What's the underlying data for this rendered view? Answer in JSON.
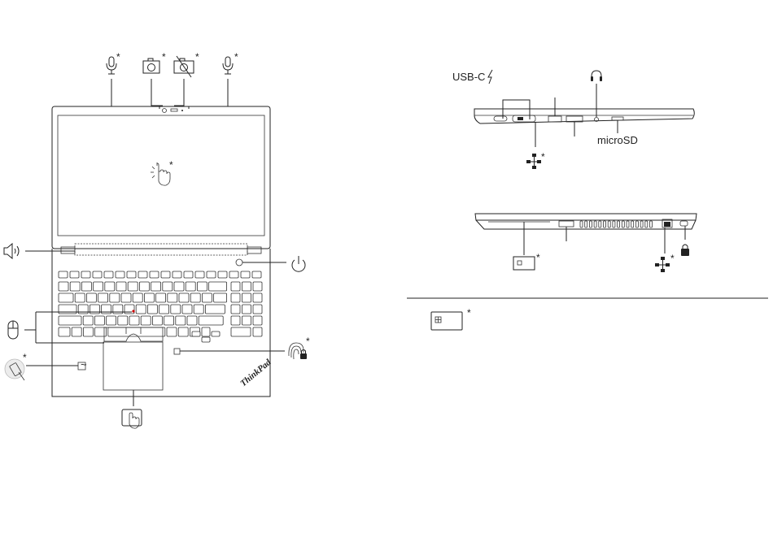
{
  "labels": {
    "usb_c": "USB-C",
    "microsd": "microSD",
    "brand": "ThinkPad"
  },
  "asterisk": "*",
  "icons": [
    "microphone-icon",
    "camera-icon",
    "camera-shutter-icon",
    "touch-screen-icon",
    "speaker-icon",
    "power-icon",
    "trackpoint-mouse-icon",
    "fingerprint-reader-icon",
    "nfc-icon",
    "touchpad-icon",
    "thunderbolt-icon",
    "headset-icon",
    "ethernet-icon",
    "smart-card-icon",
    "security-lock-icon"
  ]
}
